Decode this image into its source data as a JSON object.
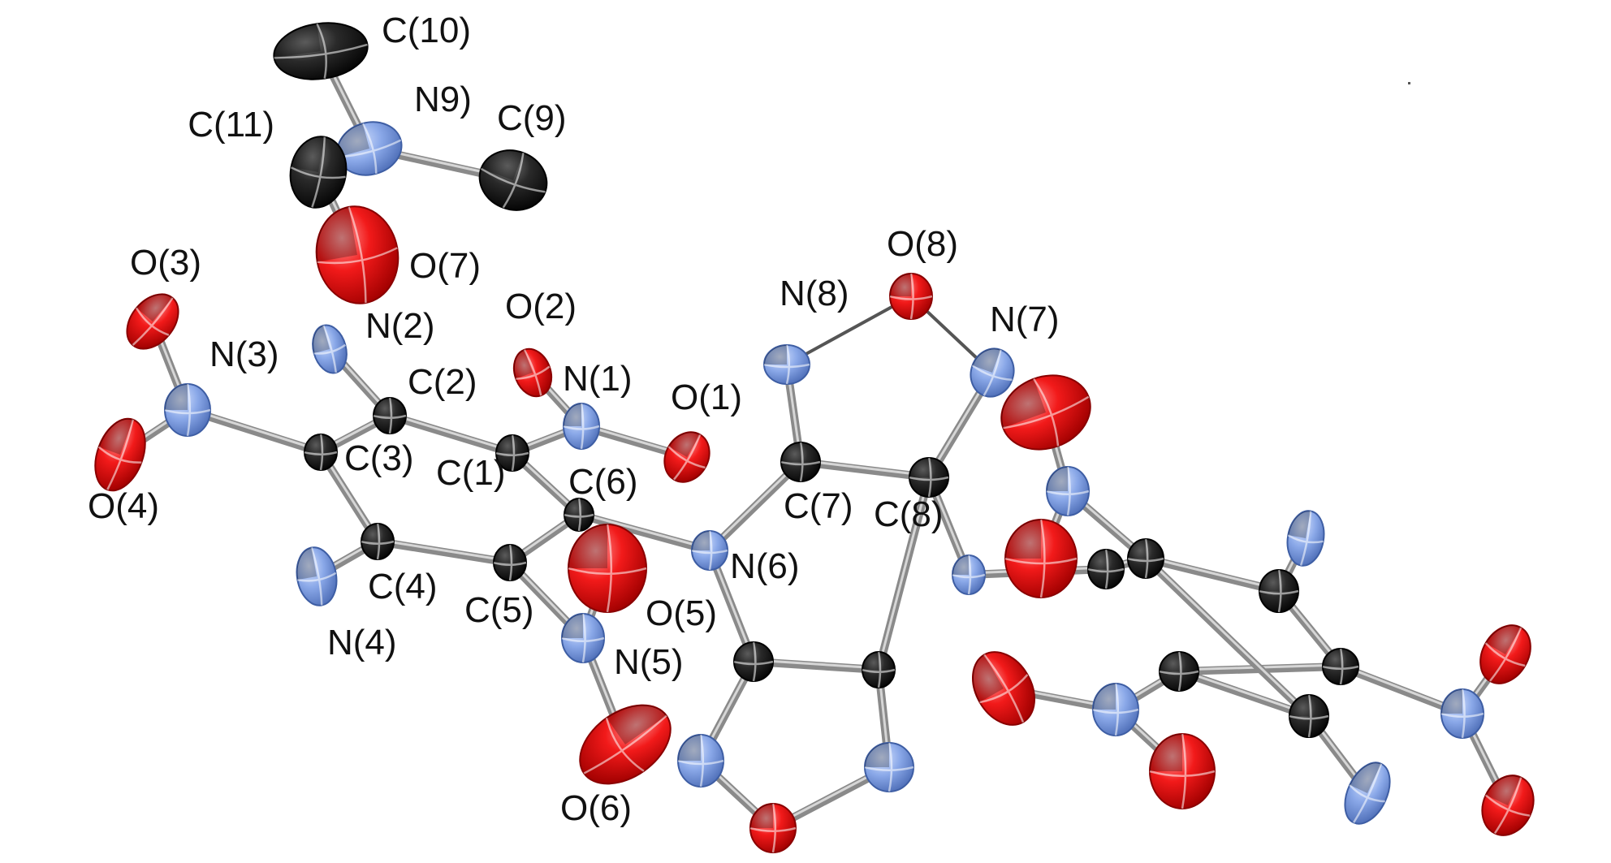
{
  "colors": {
    "carbon": "#1a1a1a",
    "nitrogen": "#7f9fe0",
    "oxygen": "#f01818",
    "bond": "#8a8a8a",
    "label": "#111111"
  },
  "atoms": [
    {
      "id": "C10",
      "label": "C(10)",
      "el": "C"
    },
    {
      "id": "N9",
      "label": "N9)",
      "el": "N"
    },
    {
      "id": "C11",
      "label": "C(11)",
      "el": "C"
    },
    {
      "id": "C9",
      "label": "C(9)",
      "el": "C"
    },
    {
      "id": "O7",
      "label": "O(7)",
      "el": "O"
    },
    {
      "id": "O3",
      "label": "O(3)",
      "el": "O"
    },
    {
      "id": "N3",
      "label": "N(3)",
      "el": "N"
    },
    {
      "id": "O4",
      "label": "O(4)",
      "el": "O"
    },
    {
      "id": "N2",
      "label": "N(2)",
      "el": "N"
    },
    {
      "id": "C2",
      "label": "C(2)",
      "el": "C"
    },
    {
      "id": "C3",
      "label": "C(3)",
      "el": "C"
    },
    {
      "id": "C1",
      "label": "C(1)",
      "el": "C"
    },
    {
      "id": "O2",
      "label": "O(2)",
      "el": "O"
    },
    {
      "id": "N1",
      "label": "N(1)",
      "el": "N"
    },
    {
      "id": "O1",
      "label": "O(1)",
      "el": "O"
    },
    {
      "id": "C6",
      "label": "C(6)",
      "el": "C"
    },
    {
      "id": "C4",
      "label": "C(4)",
      "el": "C"
    },
    {
      "id": "N4",
      "label": "N(4)",
      "el": "N"
    },
    {
      "id": "C5",
      "label": "C(5)",
      "el": "C"
    },
    {
      "id": "O5",
      "label": "O(5)",
      "el": "O"
    },
    {
      "id": "N5",
      "label": "N(5)",
      "el": "N"
    },
    {
      "id": "O6",
      "label": "O(6)",
      "el": "O"
    },
    {
      "id": "N6",
      "label": "N(6)",
      "el": "N"
    },
    {
      "id": "N8",
      "label": "N(8)",
      "el": "N"
    },
    {
      "id": "O8",
      "label": "O(8)",
      "el": "O"
    },
    {
      "id": "N7",
      "label": "N(7)",
      "el": "N"
    },
    {
      "id": "C7",
      "label": "C(7)",
      "el": "C"
    },
    {
      "id": "C8",
      "label": "C(8)",
      "el": "C"
    },
    {
      "id": "B1",
      "label": "",
      "el": "C"
    },
    {
      "id": "B2",
      "label": "",
      "el": "C"
    },
    {
      "id": "B3",
      "label": "",
      "el": "N"
    },
    {
      "id": "B4",
      "label": "",
      "el": "O"
    },
    {
      "id": "B5",
      "label": "",
      "el": "N"
    },
    {
      "id": "D1",
      "label": "",
      "el": "N"
    },
    {
      "id": "D2",
      "label": "",
      "el": "C"
    },
    {
      "id": "D3",
      "label": "",
      "el": "C"
    },
    {
      "id": "D4",
      "label": "",
      "el": "C"
    },
    {
      "id": "D5",
      "label": "",
      "el": "C"
    },
    {
      "id": "D6",
      "label": "",
      "el": "C"
    },
    {
      "id": "D7",
      "label": "",
      "el": "C"
    },
    {
      "id": "DN1",
      "label": "",
      "el": "N"
    },
    {
      "id": "DO1",
      "label": "",
      "el": "O"
    },
    {
      "id": "DO2",
      "label": "",
      "el": "O"
    },
    {
      "id": "DN2",
      "label": "",
      "el": "N"
    },
    {
      "id": "DN3",
      "label": "",
      "el": "N"
    },
    {
      "id": "DO3",
      "label": "",
      "el": "O"
    },
    {
      "id": "DO4",
      "label": "",
      "el": "O"
    },
    {
      "id": "DN4",
      "label": "",
      "el": "N"
    },
    {
      "id": "DN5",
      "label": "",
      "el": "N"
    },
    {
      "id": "DO5",
      "label": "",
      "el": "O"
    },
    {
      "id": "DO6",
      "label": "",
      "el": "O"
    }
  ],
  "bonds": [
    [
      "C10",
      "N9"
    ],
    [
      "C11",
      "N9"
    ],
    [
      "N9",
      "C9"
    ],
    [
      "C11",
      "O7"
    ],
    [
      "O3",
      "N3"
    ],
    [
      "N3",
      "O4"
    ],
    [
      "N3",
      "C3"
    ],
    [
      "C3",
      "C2"
    ],
    [
      "C2",
      "N2"
    ],
    [
      "C2",
      "C1"
    ],
    [
      "C1",
      "N1"
    ],
    [
      "N1",
      "O2"
    ],
    [
      "N1",
      "O1"
    ],
    [
      "C1",
      "C6"
    ],
    [
      "C6",
      "C5"
    ],
    [
      "C5",
      "C4"
    ],
    [
      "C4",
      "C3"
    ],
    [
      "C4",
      "N4"
    ],
    [
      "C5",
      "N5"
    ],
    [
      "N5",
      "O5"
    ],
    [
      "N5",
      "O6"
    ],
    [
      "C6",
      "N6"
    ],
    [
      "N6",
      "C7"
    ],
    [
      "C7",
      "N8"
    ],
    [
      "N8",
      "O8"
    ],
    [
      "O8",
      "N7"
    ],
    [
      "N7",
      "C8"
    ],
    [
      "C7",
      "C8"
    ],
    [
      "N6",
      "B1"
    ],
    [
      "B1",
      "B2"
    ],
    [
      "B2",
      "C8"
    ],
    [
      "B1",
      "B3"
    ],
    [
      "B3",
      "B4"
    ],
    [
      "B4",
      "B5"
    ],
    [
      "B5",
      "B2"
    ],
    [
      "C8",
      "D1"
    ],
    [
      "D1",
      "D2"
    ],
    [
      "D2",
      "D3"
    ],
    [
      "D3",
      "D4"
    ],
    [
      "D4",
      "D5"
    ],
    [
      "D5",
      "D6"
    ],
    [
      "D6",
      "D7"
    ],
    [
      "D7",
      "D3"
    ],
    [
      "D3",
      "DN1"
    ],
    [
      "DN1",
      "DO1"
    ],
    [
      "DN1",
      "DO2"
    ],
    [
      "D4",
      "DN2"
    ],
    [
      "D6",
      "DN3"
    ],
    [
      "DN3",
      "DO3"
    ],
    [
      "DN3",
      "DO4"
    ],
    [
      "D7",
      "DN4"
    ],
    [
      "D5",
      "DN5"
    ],
    [
      "DN5",
      "DO5"
    ],
    [
      "DN5",
      "DO6"
    ]
  ]
}
